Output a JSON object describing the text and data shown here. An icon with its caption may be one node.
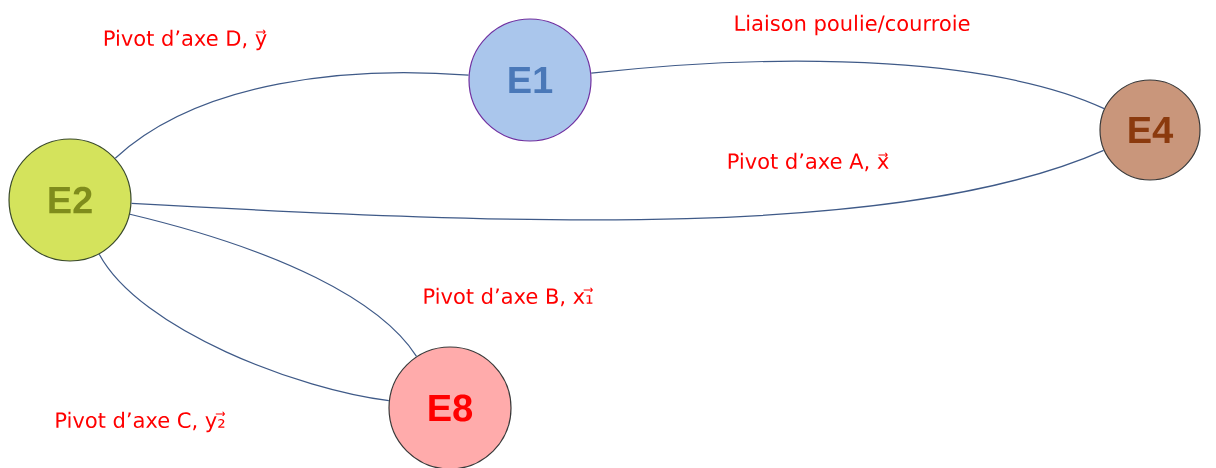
{
  "diagram": {
    "nodes": [
      {
        "text": [
          "E2"
        ]
      },
      {
        "text": [
          "E1"
        ]
      },
      {
        "text": [
          "E4"
        ]
      },
      {
        "text": [
          "E8"
        ]
      }
    ],
    "edges": [
      {
        "from": 0,
        "to": 1,
        "arrow": "none",
        "label": "Pivot d’axe D, y⃗"
      },
      {
        "from": 1,
        "to": 2,
        "arrow": "none",
        "label": "Liaison poulie/courroie"
      },
      {
        "from": 0,
        "to": 2,
        "arrow": "none",
        "label": "Pivot d’axe A, x⃗"
      },
      {
        "from": 0,
        "to": 3,
        "arrow": "none",
        "label": "Pivot d’axe B, x₁⃗"
      },
      {
        "from": 0,
        "to": 3,
        "arrow": "none",
        "label": "Pivot d’axe C, y₂⃗"
      }
    ]
  }
}
